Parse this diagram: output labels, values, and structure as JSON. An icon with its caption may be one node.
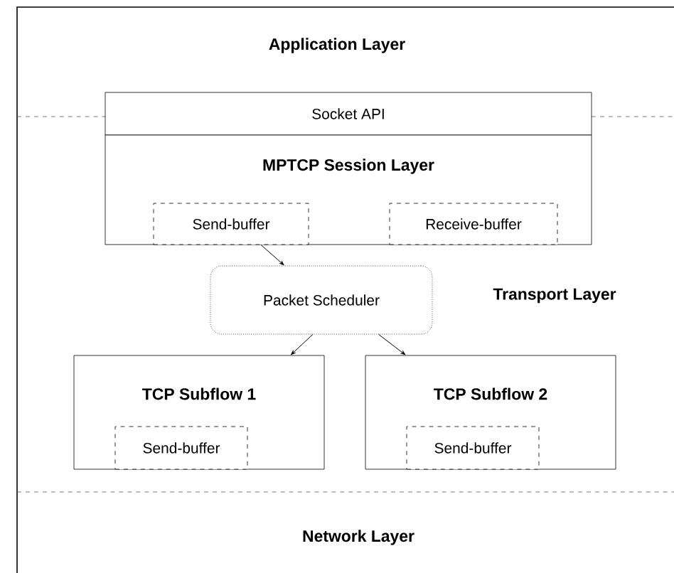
{
  "diagram": {
    "nodes": [
      {
        "text": [
          "Socket API"
        ]
      },
      {
        "text": [
          "MPTCP Session Layer"
        ]
      },
      {
        "text": [
          "Send-buffer"
        ],
        "in": 1
      },
      {
        "text": [
          "Receive-buffer"
        ],
        "in": 1
      },
      {
        "text": [
          "Packet Scheduler"
        ]
      },
      {
        "text": [
          "TCP Subflow 1"
        ]
      },
      {
        "text": [
          "Send-buffer"
        ],
        "in": 5
      },
      {
        "text": [
          "TCP Subflow 2"
        ]
      },
      {
        "text": [
          "Send-buffer"
        ],
        "in": 7
      }
    ],
    "edges": [
      {
        "from": 2,
        "to": 4,
        "arrow": "to"
      },
      {
        "from": 4,
        "to": 5,
        "arrow": "to"
      },
      {
        "from": 4,
        "to": 7,
        "arrow": "to"
      }
    ],
    "labels": [
      "Application Layer",
      "Transport Layer",
      "Network Layer"
    ]
  }
}
